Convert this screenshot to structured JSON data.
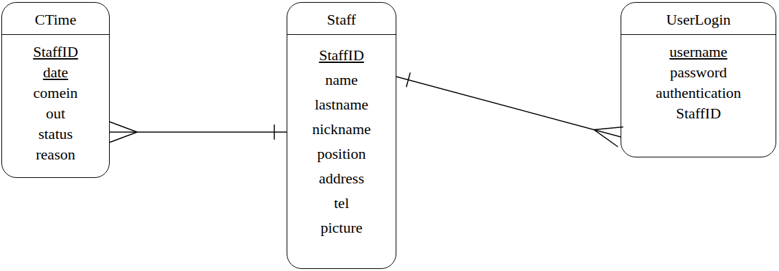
{
  "diagram": {
    "nodes": [
      {
        "text": [
          "CTime",
          "StaffID",
          "date",
          "comein",
          "out",
          "status",
          "reason"
        ]
      },
      {
        "text": [
          "Staff",
          "StaffID",
          "name",
          "lastname",
          "nickname",
          "position",
          "address",
          "tel",
          "picture"
        ]
      },
      {
        "text": [
          "UserLogin",
          "username",
          "password",
          "authentication",
          "StaffID"
        ]
      }
    ],
    "edges": [
      {
        "from": 0,
        "to": 1,
        "arrow": "both"
      },
      {
        "from": 1,
        "to": 2,
        "arrow": "both"
      }
    ]
  }
}
